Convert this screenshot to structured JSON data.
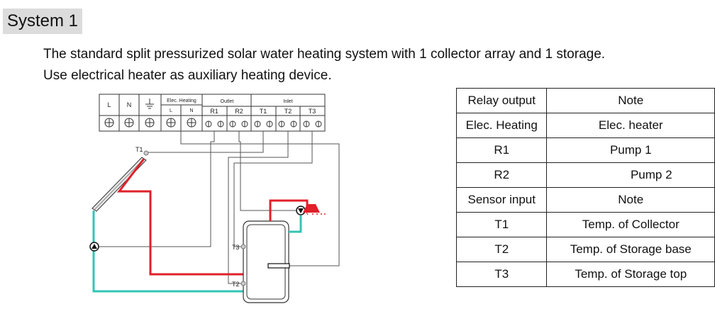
{
  "header": {
    "title": "System 1",
    "line1": "The standard split pressurized solar water heating system with 1 collector array and 1 storage.",
    "line2": "Use electrical heater as auxiliary heating device."
  },
  "terminal": {
    "L": "L",
    "N": "N",
    "elec_heating": "Elec. Heating",
    "elec_L": "L",
    "elec_N": "N",
    "outlet": "Outlet",
    "inlet": "Inlet",
    "R1": "R1",
    "R2": "R2",
    "T1": "T1",
    "T2": "T2",
    "T3": "T3"
  },
  "sensors": {
    "T1": "T1",
    "T2": "T2",
    "T3": "T3"
  },
  "table": {
    "rows": [
      [
        "Relay output",
        "Note"
      ],
      [
        "Elec. Heating",
        "Elec. heater"
      ],
      [
        "R1",
        "Pump 1"
      ],
      [
        "R2",
        "Pump 2"
      ],
      [
        "Sensor input",
        "Note"
      ],
      [
        "T1",
        "Temp. of Collector"
      ],
      [
        "T2",
        "Temp. of Storage base"
      ],
      [
        "T3",
        "Temp. of Storage top"
      ]
    ]
  },
  "colors": {
    "hot_pipe": "#e0202a",
    "cold_pipe": "#33c4b4",
    "wire": "#555555"
  }
}
